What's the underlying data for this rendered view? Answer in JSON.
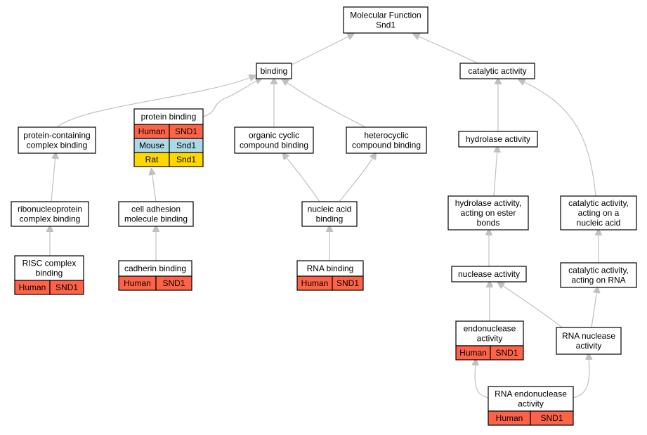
{
  "colors": {
    "human": "#ff6347",
    "mouse": "#add8e6",
    "rat": "#ffd700",
    "edge": "#c0c0c0"
  },
  "nodes": {
    "root": {
      "lines": [
        "Molecular Function",
        "Snd1"
      ]
    },
    "binding": {
      "lines": [
        "binding"
      ]
    },
    "catalytic": {
      "lines": [
        "catalytic activity"
      ]
    },
    "protein_containing": {
      "lines": [
        "protein-containing",
        "complex binding"
      ]
    },
    "protein_binding": {
      "lines": [
        "protein binding"
      ],
      "rows": [
        [
          "Human",
          "SND1"
        ],
        [
          "Mouse",
          "Snd1"
        ],
        [
          "Rat",
          "Snd1"
        ]
      ]
    },
    "organic_cyclic": {
      "lines": [
        "organic cyclic",
        "compound binding"
      ]
    },
    "heterocyclic": {
      "lines": [
        "heterocyclic",
        "compound binding"
      ]
    },
    "hydrolase": {
      "lines": [
        "hydrolase activity"
      ]
    },
    "ribonucleoprotein": {
      "lines": [
        "ribonucleoprotein",
        "complex binding"
      ]
    },
    "cell_adhesion": {
      "lines": [
        "cell adhesion",
        "molecule binding"
      ]
    },
    "nucleic_acid": {
      "lines": [
        "nucleic acid",
        "binding"
      ]
    },
    "hydrolase_ester": {
      "lines": [
        "hydrolase activity,",
        "acting on ester",
        "bonds"
      ]
    },
    "catalytic_nucleic": {
      "lines": [
        "catalytic activity,",
        "acting on a",
        "nucleic acid"
      ]
    },
    "risc": {
      "lines": [
        "RISC complex",
        "binding"
      ],
      "rows": [
        [
          "Human",
          "SND1"
        ]
      ]
    },
    "cadherin": {
      "lines": [
        "cadherin binding"
      ],
      "rows": [
        [
          "Human",
          "SND1"
        ]
      ]
    },
    "rna_binding": {
      "lines": [
        "RNA binding"
      ],
      "rows": [
        [
          "Human",
          "SND1"
        ]
      ]
    },
    "nuclease": {
      "lines": [
        "nuclease activity"
      ]
    },
    "catalytic_rna": {
      "lines": [
        "catalytic activity,",
        "acting on RNA"
      ]
    },
    "endonuclease": {
      "lines": [
        "endonuclease",
        "activity"
      ],
      "rows": [
        [
          "Human",
          "SND1"
        ]
      ]
    },
    "rna_nuclease": {
      "lines": [
        "RNA nuclease",
        "activity"
      ]
    },
    "rna_endonuclease": {
      "lines": [
        "RNA endonuclease",
        "activity"
      ],
      "rows": [
        [
          "Human",
          "SND1"
        ]
      ]
    }
  }
}
